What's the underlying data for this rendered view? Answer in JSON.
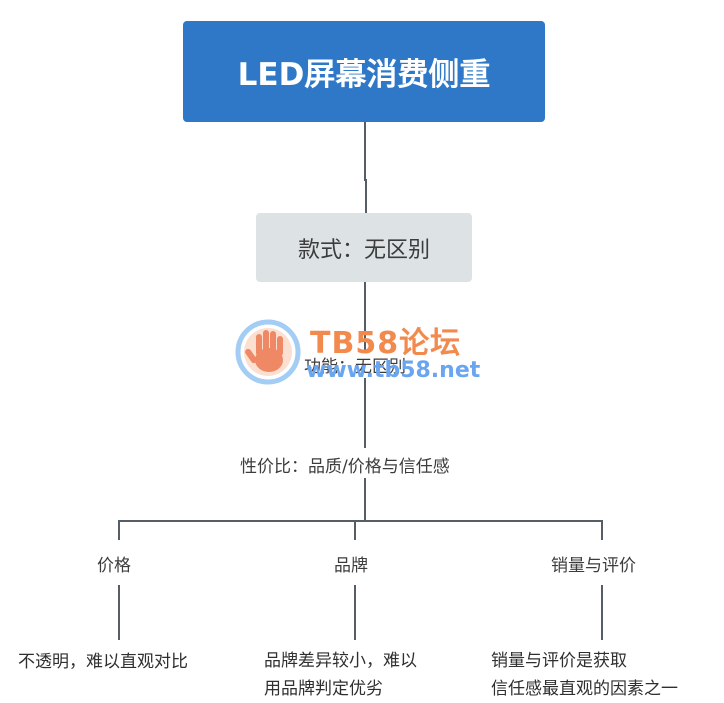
{
  "diagram": {
    "root": "LED屏幕消费侧重",
    "nodes": {
      "style": "款式：无区别",
      "function": "功能：无区别",
      "value": "性价比：品质/价格与信任感"
    },
    "branches": {
      "price": {
        "label": "价格",
        "desc": [
          "不透明，难以直观对比"
        ]
      },
      "brand": {
        "label": "品牌",
        "desc": [
          "品牌差异较小，难以",
          "用品牌判定优劣"
        ]
      },
      "sales": {
        "label": "销量与评价",
        "desc": [
          "销量与评价是获取",
          "信任感最直观的因素之一"
        ]
      }
    }
  },
  "watermark": {
    "title": "TB58论坛",
    "url": "www.tb58.net",
    "logo_icon": "hand-icon"
  },
  "colors": {
    "root_fill": "#2e78c7",
    "sub_fill": "#dde3e5",
    "line": "#555e66"
  }
}
